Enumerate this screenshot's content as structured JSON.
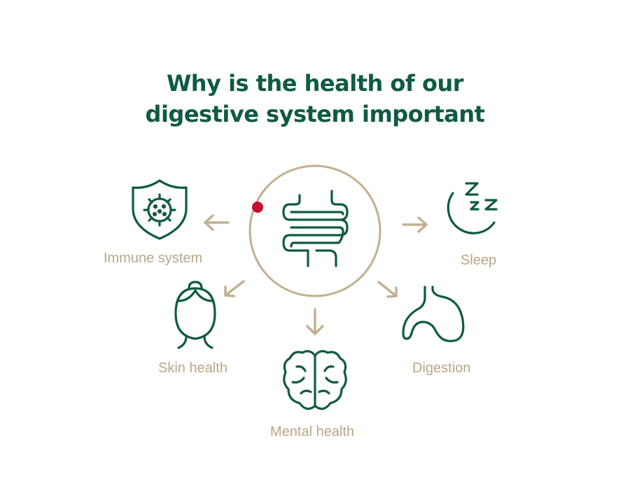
{
  "title": {
    "line1": "Why is the health of our",
    "line2": "digestive system important"
  },
  "items": {
    "immune": "Immune system",
    "sleep": "Sleep",
    "skin": "Skin health",
    "digestion": "Digestion",
    "mental": "Mental health"
  },
  "colors": {
    "primary": "#0f5a43",
    "accent": "#c2b08f",
    "dot": "#c8102e"
  },
  "icons": {
    "center": "intestine-icon",
    "immune": "shield-virus-icon",
    "sleep": "moon-zzz-icon",
    "skin": "face-icon",
    "digestion": "stomach-icon",
    "mental": "brain-icon"
  }
}
